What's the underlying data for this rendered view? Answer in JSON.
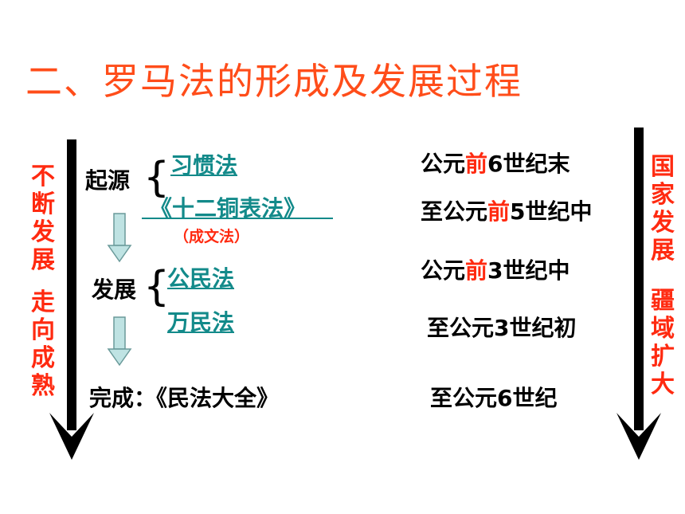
{
  "title": "二、罗马法的形成及发展过程",
  "left_side": {
    "line1": "不断发展",
    "line2": "走向成熟"
  },
  "right_side": {
    "line1": "国家发展",
    "line2": "疆域扩大"
  },
  "stages": {
    "origin": {
      "label": "起源",
      "items": [
        "习惯法",
        "《十二铜表法》"
      ],
      "note": "（成文法）"
    },
    "development": {
      "label": "发展",
      "items": [
        "公民法",
        "万民法"
      ]
    },
    "completion": {
      "label": "完成：《民法大全》"
    }
  },
  "dates": [
    {
      "pre": "公元",
      "highlight": "前",
      "post": "6世纪末"
    },
    {
      "pre": "至公元",
      "highlight": "前",
      "post": "5世纪中"
    },
    {
      "pre": "公元",
      "highlight": "前",
      "post": "3世纪中"
    },
    {
      "pre": "至公元3世纪初",
      "highlight": "",
      "post": ""
    },
    {
      "pre": "至公元6世纪",
      "highlight": "",
      "post": ""
    }
  ],
  "colors": {
    "title": "#ff4d1a",
    "accent": "#ff2a10",
    "link": "#138a8a",
    "arrow": "#000000",
    "step_arrow": "#bfe3e3"
  }
}
